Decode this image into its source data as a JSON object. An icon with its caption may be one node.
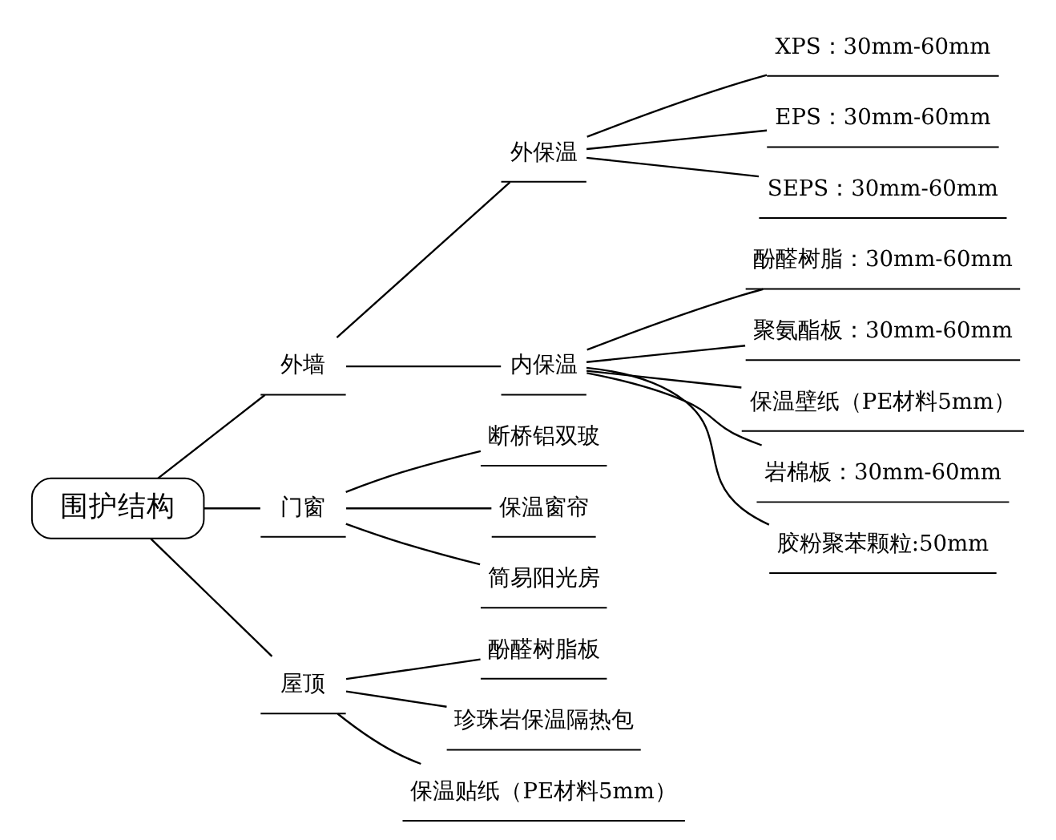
{
  "diagram": {
    "nodes": [
      {
        "text": [
          "围护结构"
        ]
      },
      {
        "text": [
          "外墙"
        ]
      },
      {
        "text": [
          "外保温"
        ]
      },
      {
        "text": [
          "XPS：30mm-60mm"
        ]
      },
      {
        "text": [
          "EPS：30mm-60mm"
        ]
      },
      {
        "text": [
          "SEPS：30mm-60mm"
        ]
      },
      {
        "text": [
          "内保温"
        ]
      },
      {
        "text": [
          "酚醛树脂：30mm-60mm"
        ]
      },
      {
        "text": [
          "聚氨酯板：30mm-60mm"
        ]
      },
      {
        "text": [
          "保温壁纸（PE材料5mm）"
        ]
      },
      {
        "text": [
          "岩棉板：30mm-60mm"
        ]
      },
      {
        "text": [
          "胶粉聚苯颗粒:50mm"
        ]
      },
      {
        "text": [
          "门窗"
        ]
      },
      {
        "text": [
          "断桥铝双玻"
        ]
      },
      {
        "text": [
          "保温窗帘"
        ]
      },
      {
        "text": [
          "简易阳光房"
        ]
      },
      {
        "text": [
          "屋顶"
        ]
      },
      {
        "text": [
          "酚醛树脂板"
        ]
      },
      {
        "text": [
          "珍珠岩保温隔热包"
        ]
      },
      {
        "text": [
          "保温贴纸（PE材料5mm）"
        ]
      }
    ],
    "edges": [
      {
        "from": 0,
        "to": 1,
        "arrow": "none"
      },
      {
        "from": 1,
        "to": 2,
        "arrow": "none"
      },
      {
        "from": 2,
        "to": 3,
        "arrow": "none"
      },
      {
        "from": 2,
        "to": 4,
        "arrow": "none"
      },
      {
        "from": 2,
        "to": 5,
        "arrow": "none"
      },
      {
        "from": 1,
        "to": 6,
        "arrow": "none"
      },
      {
        "from": 6,
        "to": 7,
        "arrow": "none"
      },
      {
        "from": 6,
        "to": 8,
        "arrow": "none"
      },
      {
        "from": 6,
        "to": 9,
        "arrow": "none"
      },
      {
        "from": 6,
        "to": 10,
        "arrow": "none"
      },
      {
        "from": 6,
        "to": 11,
        "arrow": "none"
      },
      {
        "from": 0,
        "to": 12,
        "arrow": "none"
      },
      {
        "from": 12,
        "to": 13,
        "arrow": "none"
      },
      {
        "from": 12,
        "to": 14,
        "arrow": "none"
      },
      {
        "from": 12,
        "to": 15,
        "arrow": "none"
      },
      {
        "from": 0,
        "to": 16,
        "arrow": "none"
      },
      {
        "from": 16,
        "to": 17,
        "arrow": "none"
      },
      {
        "from": 16,
        "to": 18,
        "arrow": "none"
      },
      {
        "from": 16,
        "to": 19,
        "arrow": "none"
      }
    ]
  }
}
